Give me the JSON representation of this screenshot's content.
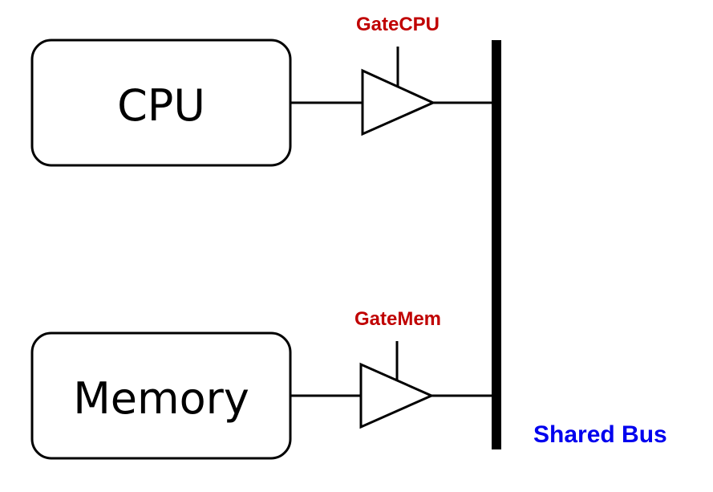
{
  "diagram": {
    "components": [
      {
        "id": "cpu",
        "label": "CPU"
      },
      {
        "id": "memory",
        "label": "Memory"
      }
    ],
    "gates": [
      {
        "id": "gate-cpu",
        "label": "GateCPU",
        "connects": "cpu"
      },
      {
        "id": "gate-mem",
        "label": "GateMem",
        "connects": "memory"
      }
    ],
    "bus": {
      "label": "Shared Bus"
    },
    "colors": {
      "gate_label": "#c00000",
      "bus_label": "#0000ee",
      "stroke": "#000000"
    }
  }
}
